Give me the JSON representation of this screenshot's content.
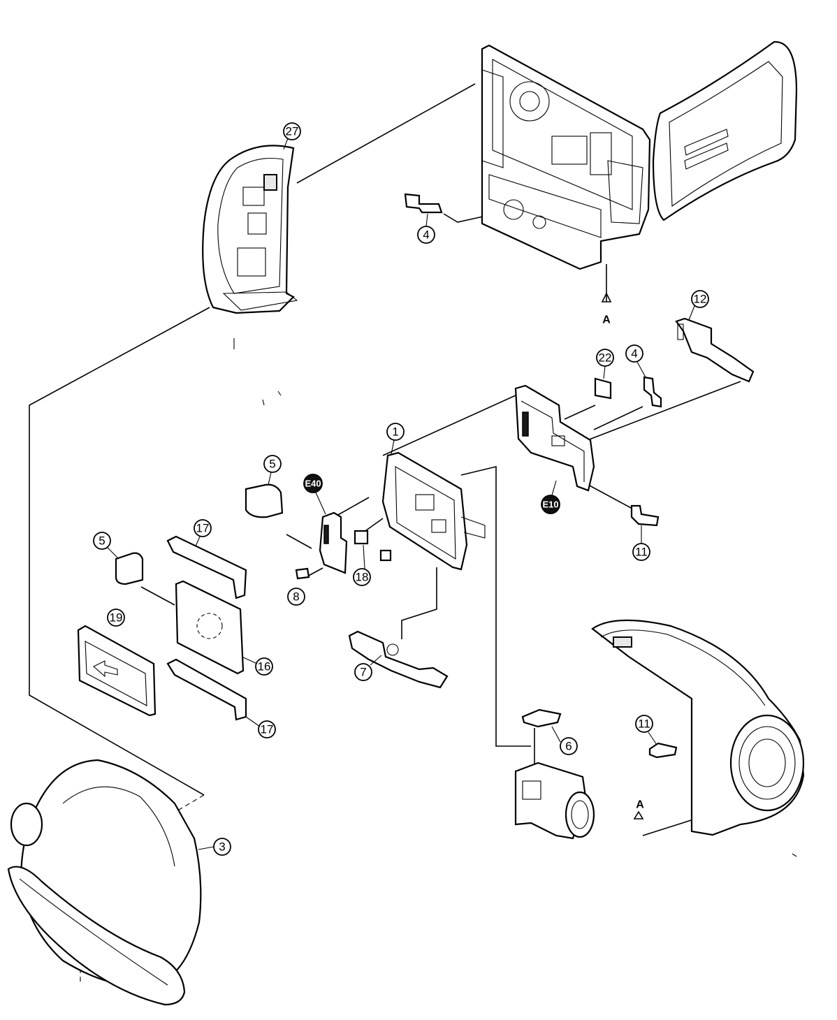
{
  "callouts": {
    "c27": "27",
    "c4a": "4",
    "c12": "12",
    "c22": "22",
    "c4b": "4",
    "c1": "1",
    "c5a": "5",
    "cE40": "E40",
    "c17a": "17",
    "c5b": "5",
    "c18": "18",
    "c8": "8",
    "cE10": "E10",
    "c11a": "11",
    "c19": "19",
    "c16": "16",
    "c7": "7",
    "c17b": "17",
    "c11b": "11",
    "c6": "6",
    "c3": "3"
  },
  "labels": {
    "a_top": "A",
    "a_bottom": "A"
  },
  "colors": {
    "line": "#000000",
    "background": "#ffffff"
  }
}
